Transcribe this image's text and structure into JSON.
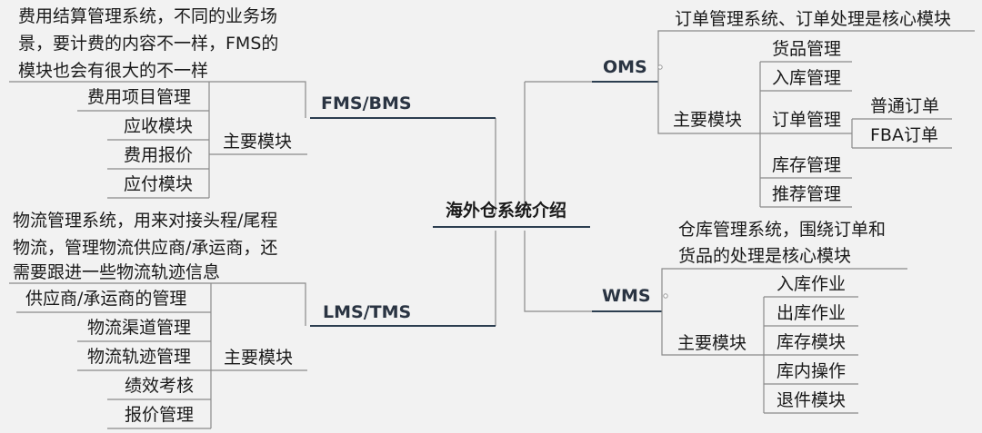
{
  "center": "海外仓系统介绍",
  "fms": {
    "name": "FMS/BMS",
    "desc": [
      "费用结算管理系统，不同的业务场",
      "景，要计费的内容不一样，FMS的",
      "模块也会有很大的不一样"
    ],
    "module_label": "主要模块",
    "items": [
      "费用项目管理",
      "应收模块",
      "费用报价",
      "应付模块"
    ]
  },
  "lms": {
    "name": "LMS/TMS",
    "desc": [
      "物流管理系统，用来对接头程/尾程",
      "物流，管理物流供应商/承运商，还",
      "需要跟进一些物流轨迹信息"
    ],
    "module_label": "主要模块",
    "items": [
      "供应商/承运商的管理",
      "物流渠道管理",
      "物流轨迹管理",
      "绩效考核",
      "报价管理"
    ]
  },
  "oms": {
    "name": "OMS",
    "desc": "订单管理系统、订单处理是核心模块",
    "module_label": "主要模块",
    "items": [
      "货品管理",
      "入库管理",
      "订单管理",
      "库存管理",
      "推荐管理"
    ],
    "order_subitems": [
      "普通订单",
      "FBA订单"
    ]
  },
  "wms": {
    "name": "WMS",
    "desc": [
      "仓库管理系统，围绕订单和",
      "货品的处理是核心模块"
    ],
    "module_label": "主要模块",
    "items": [
      "入库作业",
      "出库作业",
      "库存模块",
      "库内操作",
      "退件模块"
    ]
  }
}
